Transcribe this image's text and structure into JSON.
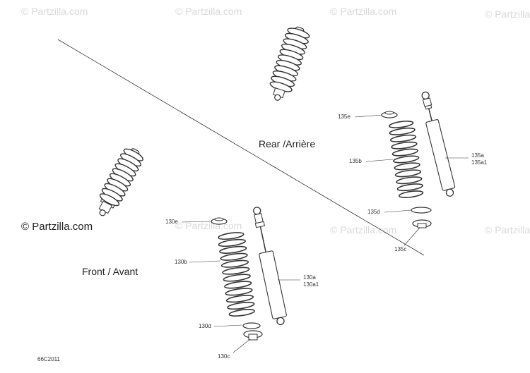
{
  "watermark": "© Partzilla.com",
  "logo": "© Partzilla.com",
  "sections": {
    "rear": "Rear /Arrière",
    "front": "Front / Avant"
  },
  "callouts": {
    "c135e": "135e",
    "c135b": "135b",
    "c135d": "135d",
    "c135c": "135c",
    "c135a": "135a",
    "c135a1": "135a1",
    "c130e": "130e",
    "c130b": "130b",
    "c130d": "130d",
    "c130c": "130c",
    "c130a": "130a",
    "c130a1": "130a1"
  },
  "diagram_code": "66C2011",
  "colors": {
    "line": "#333333",
    "watermark": "#d9d9d9"
  }
}
